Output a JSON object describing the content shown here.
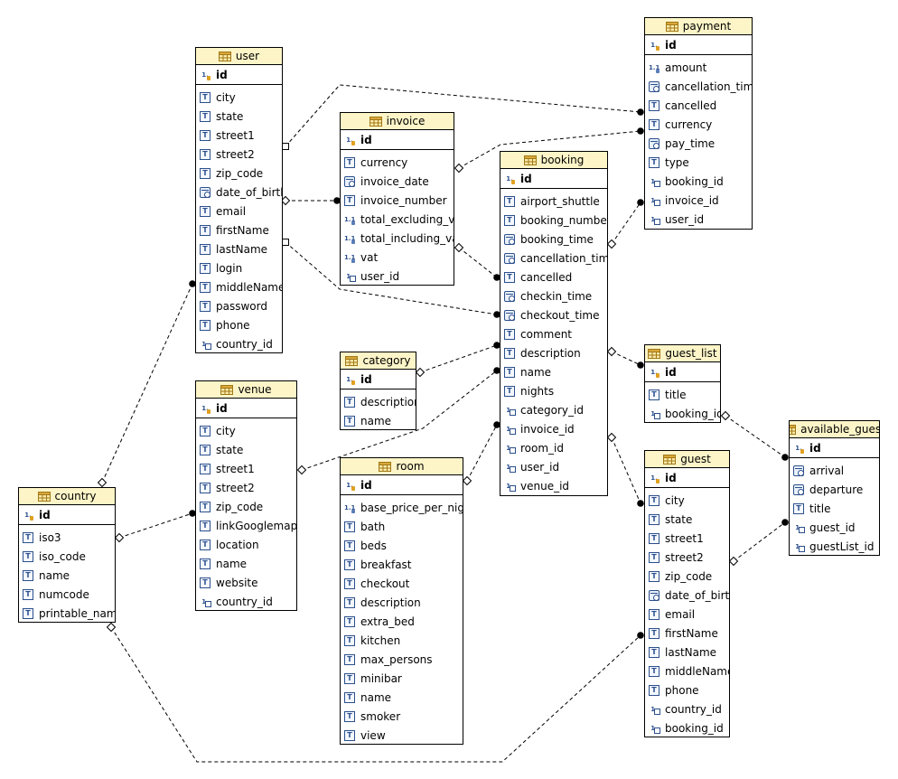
{
  "entities": {
    "user": {
      "title": "user",
      "pk": "id",
      "columns": [
        {
          "name": "city",
          "icon": "text"
        },
        {
          "name": "state",
          "icon": "text"
        },
        {
          "name": "street1",
          "icon": "text"
        },
        {
          "name": "street2",
          "icon": "text"
        },
        {
          "name": "zip_code",
          "icon": "text"
        },
        {
          "name": "date_of_birth",
          "icon": "date"
        },
        {
          "name": "email",
          "icon": "text"
        },
        {
          "name": "firstName",
          "icon": "text"
        },
        {
          "name": "lastName",
          "icon": "text"
        },
        {
          "name": "login",
          "icon": "text"
        },
        {
          "name": "middleName",
          "icon": "text"
        },
        {
          "name": "password",
          "icon": "text"
        },
        {
          "name": "phone",
          "icon": "text"
        },
        {
          "name": "country_id",
          "icon": "fk"
        }
      ]
    },
    "invoice": {
      "title": "invoice",
      "pk": "id",
      "columns": [
        {
          "name": "currency",
          "icon": "text"
        },
        {
          "name": "invoice_date",
          "icon": "date"
        },
        {
          "name": "invoice_number",
          "icon": "text"
        },
        {
          "name": "total_excluding_vat",
          "icon": "num"
        },
        {
          "name": "total_including_vat",
          "icon": "num"
        },
        {
          "name": "vat",
          "icon": "num"
        },
        {
          "name": "user_id",
          "icon": "fk"
        }
      ]
    },
    "payment": {
      "title": "payment",
      "pk": "id",
      "columns": [
        {
          "name": "amount",
          "icon": "num"
        },
        {
          "name": "cancellation_time",
          "icon": "date"
        },
        {
          "name": "cancelled",
          "icon": "text"
        },
        {
          "name": "currency",
          "icon": "text"
        },
        {
          "name": "pay_time",
          "icon": "date"
        },
        {
          "name": "type",
          "icon": "text"
        },
        {
          "name": "booking_id",
          "icon": "fk"
        },
        {
          "name": "invoice_id",
          "icon": "fk"
        },
        {
          "name": "user_id",
          "icon": "fk"
        }
      ]
    },
    "booking": {
      "title": "booking",
      "pk": "id",
      "columns": [
        {
          "name": "airport_shuttle",
          "icon": "text"
        },
        {
          "name": "booking_number",
          "icon": "text"
        },
        {
          "name": "booking_time",
          "icon": "date"
        },
        {
          "name": "cancellation_time",
          "icon": "date"
        },
        {
          "name": "cancelled",
          "icon": "text"
        },
        {
          "name": "checkin_time",
          "icon": "date"
        },
        {
          "name": "checkout_time",
          "icon": "date"
        },
        {
          "name": "comment",
          "icon": "text"
        },
        {
          "name": "description",
          "icon": "text"
        },
        {
          "name": "name",
          "icon": "text"
        },
        {
          "name": "nights",
          "icon": "text"
        },
        {
          "name": "category_id",
          "icon": "fk"
        },
        {
          "name": "invoice_id",
          "icon": "fk"
        },
        {
          "name": "room_id",
          "icon": "fk"
        },
        {
          "name": "user_id",
          "icon": "fk"
        },
        {
          "name": "venue_id",
          "icon": "fk"
        }
      ]
    },
    "category": {
      "title": "category",
      "pk": "id",
      "columns": [
        {
          "name": "description",
          "icon": "text"
        },
        {
          "name": "name",
          "icon": "text"
        }
      ]
    },
    "venue": {
      "title": "venue",
      "pk": "id",
      "columns": [
        {
          "name": "city",
          "icon": "text"
        },
        {
          "name": "state",
          "icon": "text"
        },
        {
          "name": "street1",
          "icon": "text"
        },
        {
          "name": "street2",
          "icon": "text"
        },
        {
          "name": "zip_code",
          "icon": "text"
        },
        {
          "name": "linkGooglemaps",
          "icon": "text"
        },
        {
          "name": "location",
          "icon": "text"
        },
        {
          "name": "name",
          "icon": "text"
        },
        {
          "name": "website",
          "icon": "text"
        },
        {
          "name": "country_id",
          "icon": "fk"
        }
      ]
    },
    "room": {
      "title": "room",
      "pk": "id",
      "columns": [
        {
          "name": "base_price_per_night",
          "icon": "num"
        },
        {
          "name": "bath",
          "icon": "text"
        },
        {
          "name": "beds",
          "icon": "text"
        },
        {
          "name": "breakfast",
          "icon": "text"
        },
        {
          "name": "checkout",
          "icon": "text"
        },
        {
          "name": "description",
          "icon": "text"
        },
        {
          "name": "extra_bed",
          "icon": "text"
        },
        {
          "name": "kitchen",
          "icon": "text"
        },
        {
          "name": "max_persons",
          "icon": "text"
        },
        {
          "name": "minibar",
          "icon": "text"
        },
        {
          "name": "name",
          "icon": "text"
        },
        {
          "name": "smoker",
          "icon": "text"
        },
        {
          "name": "view",
          "icon": "text"
        }
      ]
    },
    "guest_list": {
      "title": "guest_list",
      "pk": "id",
      "columns": [
        {
          "name": "title",
          "icon": "text"
        },
        {
          "name": "booking_id",
          "icon": "fk"
        }
      ]
    },
    "available_guest": {
      "title": "available_guest",
      "pk": "id",
      "columns": [
        {
          "name": "arrival",
          "icon": "date"
        },
        {
          "name": "departure",
          "icon": "date"
        },
        {
          "name": "title",
          "icon": "text"
        },
        {
          "name": "guest_id",
          "icon": "fk"
        },
        {
          "name": "guestList_id",
          "icon": "fk"
        }
      ]
    },
    "guest": {
      "title": "guest",
      "pk": "id",
      "columns": [
        {
          "name": "city",
          "icon": "text"
        },
        {
          "name": "state",
          "icon": "text"
        },
        {
          "name": "street1",
          "icon": "text"
        },
        {
          "name": "street2",
          "icon": "text"
        },
        {
          "name": "zip_code",
          "icon": "text"
        },
        {
          "name": "date_of_birth",
          "icon": "date"
        },
        {
          "name": "email",
          "icon": "text"
        },
        {
          "name": "firstName",
          "icon": "text"
        },
        {
          "name": "lastName",
          "icon": "text"
        },
        {
          "name": "middleName",
          "icon": "text"
        },
        {
          "name": "phone",
          "icon": "text"
        },
        {
          "name": "country_id",
          "icon": "fk"
        },
        {
          "name": "booking_id",
          "icon": "fk"
        }
      ]
    },
    "country": {
      "title": "country",
      "pk": "id",
      "columns": [
        {
          "name": "iso3",
          "icon": "text"
        },
        {
          "name": "iso_code",
          "icon": "text"
        },
        {
          "name": "name",
          "icon": "text"
        },
        {
          "name": "numcode",
          "icon": "text"
        },
        {
          "name": "printable_name",
          "icon": "text"
        }
      ]
    }
  },
  "relationships": [
    {
      "from": "user",
      "to": "payment"
    },
    {
      "from": "user",
      "to": "invoice"
    },
    {
      "from": "user",
      "to": "booking"
    },
    {
      "from": "invoice",
      "to": "payment"
    },
    {
      "from": "invoice",
      "to": "booking"
    },
    {
      "from": "booking",
      "to": "payment"
    },
    {
      "from": "booking",
      "to": "guest_list"
    },
    {
      "from": "booking",
      "to": "guest"
    },
    {
      "from": "category",
      "to": "booking"
    },
    {
      "from": "venue",
      "to": "booking"
    },
    {
      "from": "room",
      "to": "booking"
    },
    {
      "from": "country",
      "to": "user"
    },
    {
      "from": "country",
      "to": "venue"
    },
    {
      "from": "country",
      "to": "guest"
    },
    {
      "from": "guest_list",
      "to": "available_guest"
    },
    {
      "from": "guest",
      "to": "available_guest"
    }
  ]
}
